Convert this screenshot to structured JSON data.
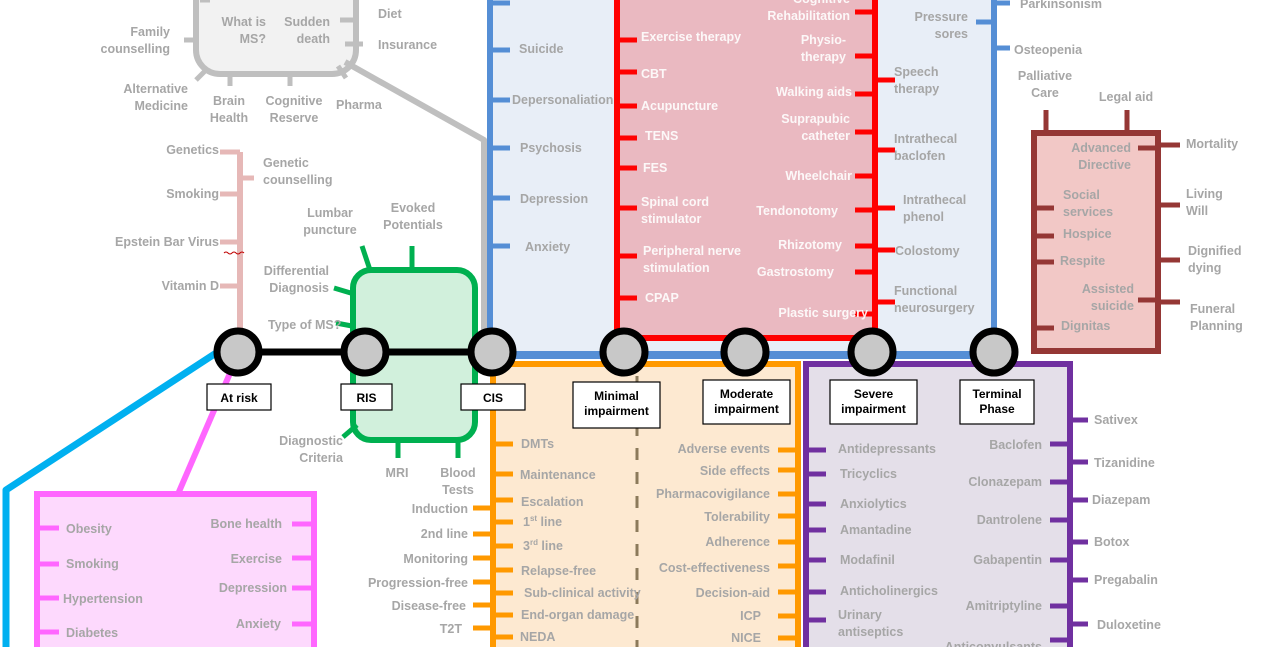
{
  "colors": {
    "grey": "#bfbfbf",
    "pink": "#e6b8b7",
    "green": "#00b050",
    "blue": "#558ed5",
    "red": "#ff0000",
    "darkred": "#953735",
    "orange": "#ff9900",
    "purple": "#7030a0",
    "magenta": "#ff66ff",
    "cyan": "#00b0f0"
  },
  "stations": [
    "At risk",
    "RIS",
    "CIS",
    "Minimal impairment",
    "Moderate impairment",
    "Severe impairment",
    "Terminal Phase"
  ],
  "grey_box": {
    "labels": [
      "Family counselling",
      "What is MS?",
      "Sudden death",
      "Diet",
      "Insurance",
      "Alternative Medicine",
      "Brain Health",
      "Cognitive Reserve",
      "Pharma"
    ]
  },
  "risk_factors": [
    "Genetics",
    "Genetic counselling",
    "Smoking",
    "Epstein Bar Virus",
    "Vitamin D"
  ],
  "diagnosis": [
    "Lumbar puncture",
    "Evoked Potentials",
    "Differential Diagnosis",
    "Type of MS?",
    "Diagnostic Criteria",
    "MRI",
    "Blood Tests"
  ],
  "psych": [
    "Suicide",
    "Depersonaliation",
    "Psychosis",
    "Depression",
    "Anxiety"
  ],
  "blue_right": [
    "Pressure sores",
    "Parkinsonism",
    "Osteopenia",
    "Palliative Care"
  ],
  "rehab_left": [
    "Exercise therapy",
    "CBT",
    "Acupuncture",
    "TENS",
    "FES",
    "Spinal cord stimulator",
    "Peripheral nerve stimulation",
    "CPAP"
  ],
  "rehab_mid": [
    "Cognitive Rehabilitation",
    "Physio-therapy",
    "Walking aids",
    "Suprapubic catheter",
    "Wheelchair",
    "Tendonotomy",
    "Rhizotomy",
    "Gastrostomy",
    "Plastic surgery"
  ],
  "rehab_right": [
    "Speech therapy",
    "Intrathecal baclofen",
    "Intrathecal phenol",
    "Colostomy",
    "Functional neurosurgery"
  ],
  "palliative": [
    "Legal aid",
    "Advanced Directive",
    "Social services",
    "Hospice",
    "Respite",
    "Assisted suicide",
    "Dignitas",
    "Mortality",
    "Living Will",
    "Dignified dying",
    "Funeral Planning"
  ],
  "treatment_left": [
    "DMTs",
    "Maintenance",
    "Escalation",
    "Induction",
    "2nd line",
    "Monitoring",
    "Progression-free",
    "Disease-free",
    "T2T",
    "Relapse-free",
    "Sub-clinical activity",
    "End-organ damage",
    "NEDA"
  ],
  "treatment_ordinals": [
    {
      "num": "1",
      "sup": "st",
      "word": "line"
    },
    {
      "num": "3",
      "sup": "rd",
      "word": "line"
    }
  ],
  "treatment_right": [
    "Adverse events",
    "Side effects",
    "Pharmacovigilance",
    "Tolerability",
    "Adherence",
    "Cost-effectiveness",
    "Decision-aid",
    "ICP",
    "NICE"
  ],
  "symptomatic_left": [
    "Antidepressants",
    "Tricyclics",
    "Anxiolytics",
    "Amantadine",
    "Modafinil",
    "Anticholinergics",
    "Urinary antiseptics"
  ],
  "symptomatic_mid": [
    "Baclofen",
    "Clonazepam",
    "Dantrolene",
    "Gabapentin",
    "Amitriptyline",
    "Anticonvulsants"
  ],
  "symptomatic_right": [
    "Sativex",
    "Tizanidine",
    "Diazepam",
    "Botox",
    "Pregabalin",
    "Duloxetine"
  ],
  "lifestyle": [
    "Obesity",
    "Smoking",
    "Hypertension",
    "Diabetes",
    "Bone health",
    "Exercise",
    "Depression",
    "Anxiety"
  ]
}
